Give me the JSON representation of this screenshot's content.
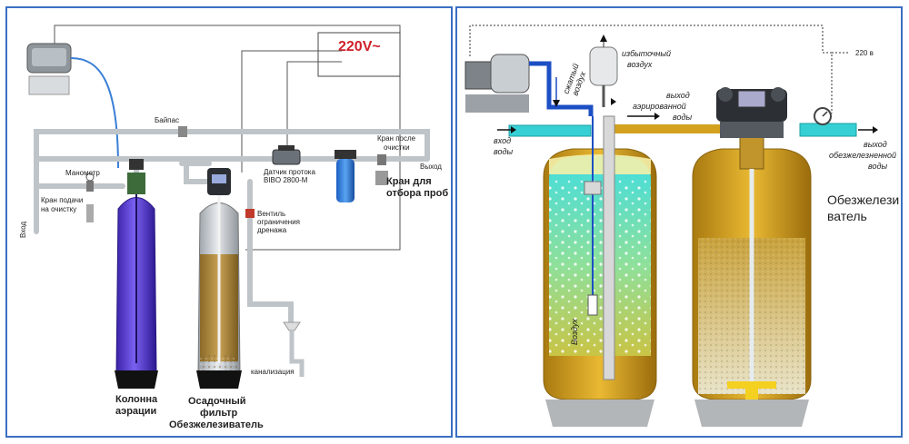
{
  "left": {
    "voltage": "220V~",
    "bypass": "Байпас",
    "pressure_gauge": "Манометр",
    "supply_valve_line1": "Кран подачи",
    "supply_valve_line2": "на очистку",
    "inlet": "Вход",
    "flow_sensor_line1": "Датчик протока",
    "flow_sensor_line2": "BIBO 2800-M",
    "valve_after_line1": "Кран после",
    "valve_after_line2": "очистки",
    "outlet": "Выход",
    "sample_valve_line1": "Кран для",
    "sample_valve_line2": "отбора проб",
    "drain_valve_line1": "Вентиль",
    "drain_valve_line2": "ограничения",
    "drain_valve_line3": "дренажа",
    "sewer": "канализация",
    "column_line1": "Колонна",
    "column_line2": "аэрации",
    "filter_line1": "Осадочный",
    "filter_line2": "фильтр",
    "filter_line3": "Обезжелезиватель"
  },
  "right": {
    "compressed_air_line1": "сжатый",
    "compressed_air_line2": "воздух",
    "excess_air_line1": "избыточный",
    "excess_air_line2": "воздух",
    "aerated_out_line1": "выход",
    "aerated_out_line2": "аэрированной",
    "aerated_out_line3": "воды",
    "water_in_line1": "вход",
    "water_in_line2": "воды",
    "voltage": "220 в",
    "deironed_out_line1": "выход",
    "deironed_out_line2": "обезжелезненной",
    "deironed_out_line3": "воды",
    "deironer_line1": "Обезжелези",
    "deironer_line2": "ватель",
    "air": "Воздух"
  },
  "colors": {
    "panel_border": "#3a6fc4",
    "aeration_column": "#5b3fd6",
    "filter_media": "#b08a3a",
    "tank_gold": "#d4a11e",
    "water_cyan": "#2fd2d6",
    "pipe_grey": "#bfc4c8",
    "voltage_red": "#d0202a"
  }
}
